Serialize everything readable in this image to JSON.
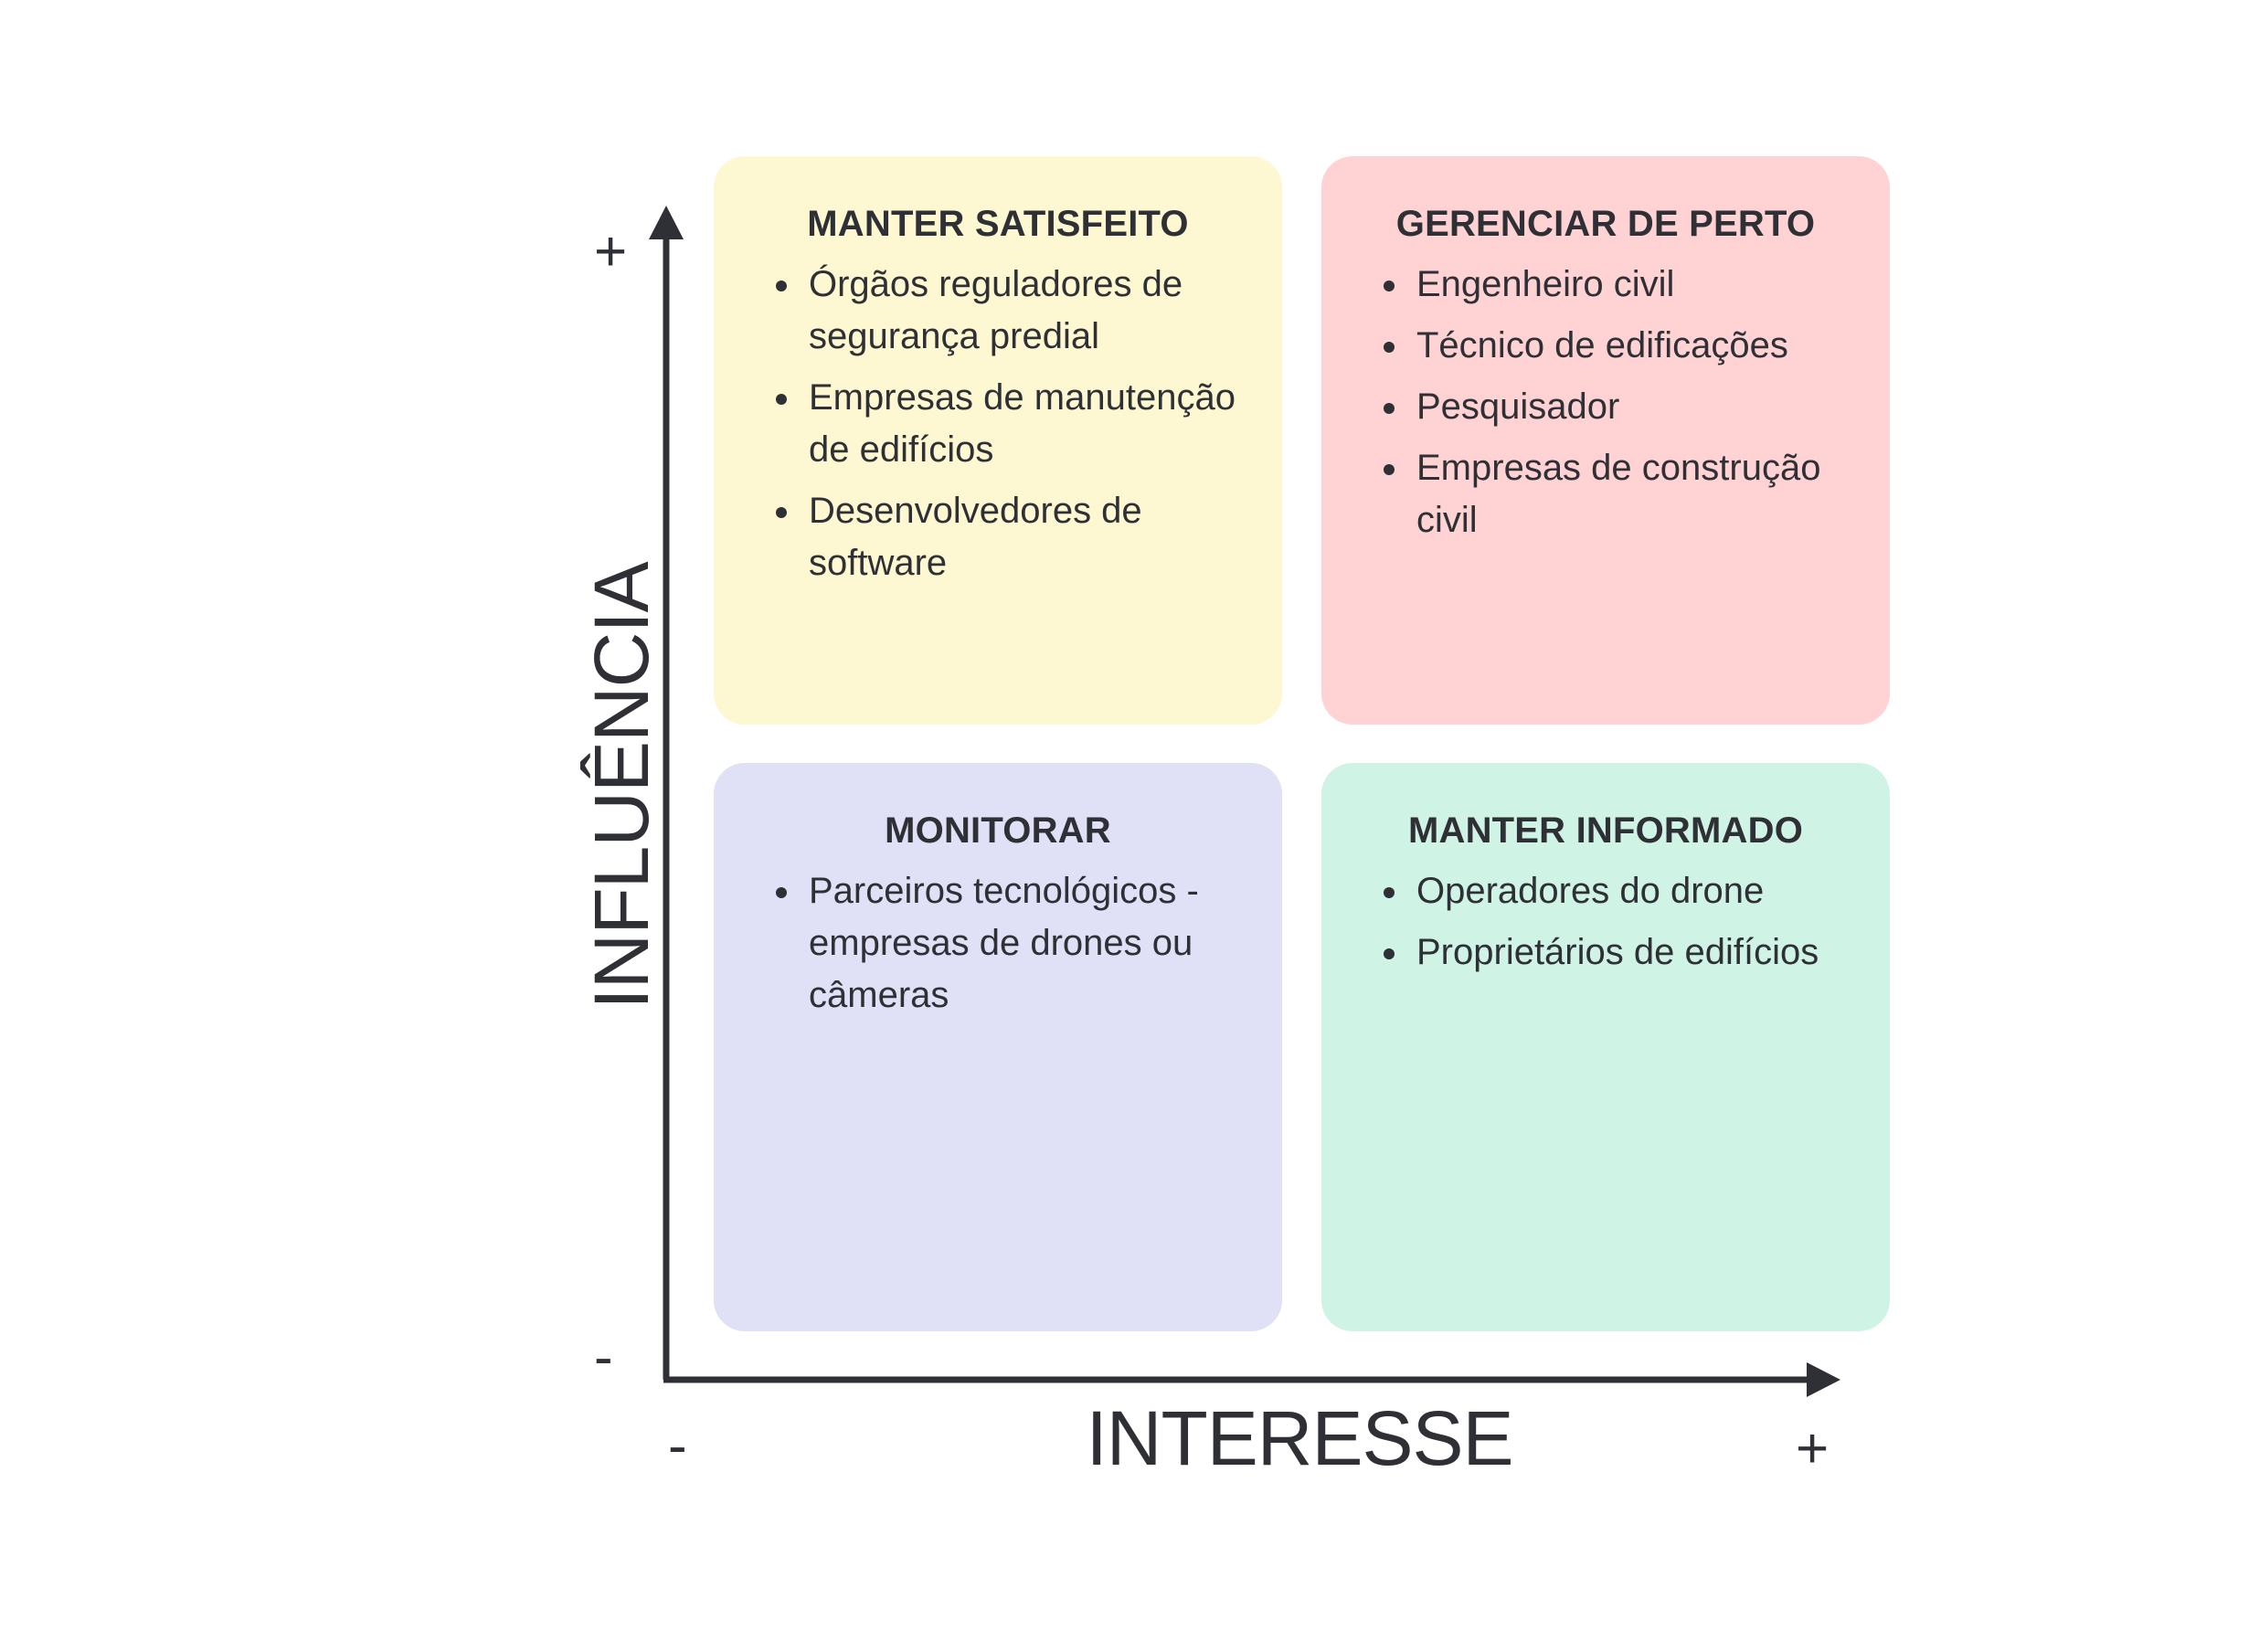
{
  "quadrants": {
    "top_left": {
      "title": "MANTER SATISFEITO",
      "items": [
        "Órgãos reguladores de segurança predial",
        "Empresas de manutenção de edifícios",
        "Desenvolvedores de software"
      ],
      "color": "#fdf8d1"
    },
    "top_right": {
      "title": "GERENCIAR DE PERTO",
      "items": [
        "Engenheiro civil",
        "Técnico de edificações",
        "Pesquisador",
        "Empresas de construção civil"
      ],
      "color": "#ffd2d4"
    },
    "bottom_left": {
      "title": "MONITORAR",
      "items": [
        "Parceiros tecnológicos - empresas de drones ou câmeras"
      ],
      "color": "#e0e0f7"
    },
    "bottom_right": {
      "title": "MANTER INFORMADO",
      "items": [
        "Operadores do drone",
        "Proprietários de edifícios"
      ],
      "color": "#cff4e5"
    }
  },
  "axes": {
    "x_label": "INTERESSE",
    "y_label": "INFLUÊNCIA",
    "x_min": "-",
    "x_max": "+",
    "y_min": "-",
    "y_max": "+",
    "color": "#2f3035"
  }
}
